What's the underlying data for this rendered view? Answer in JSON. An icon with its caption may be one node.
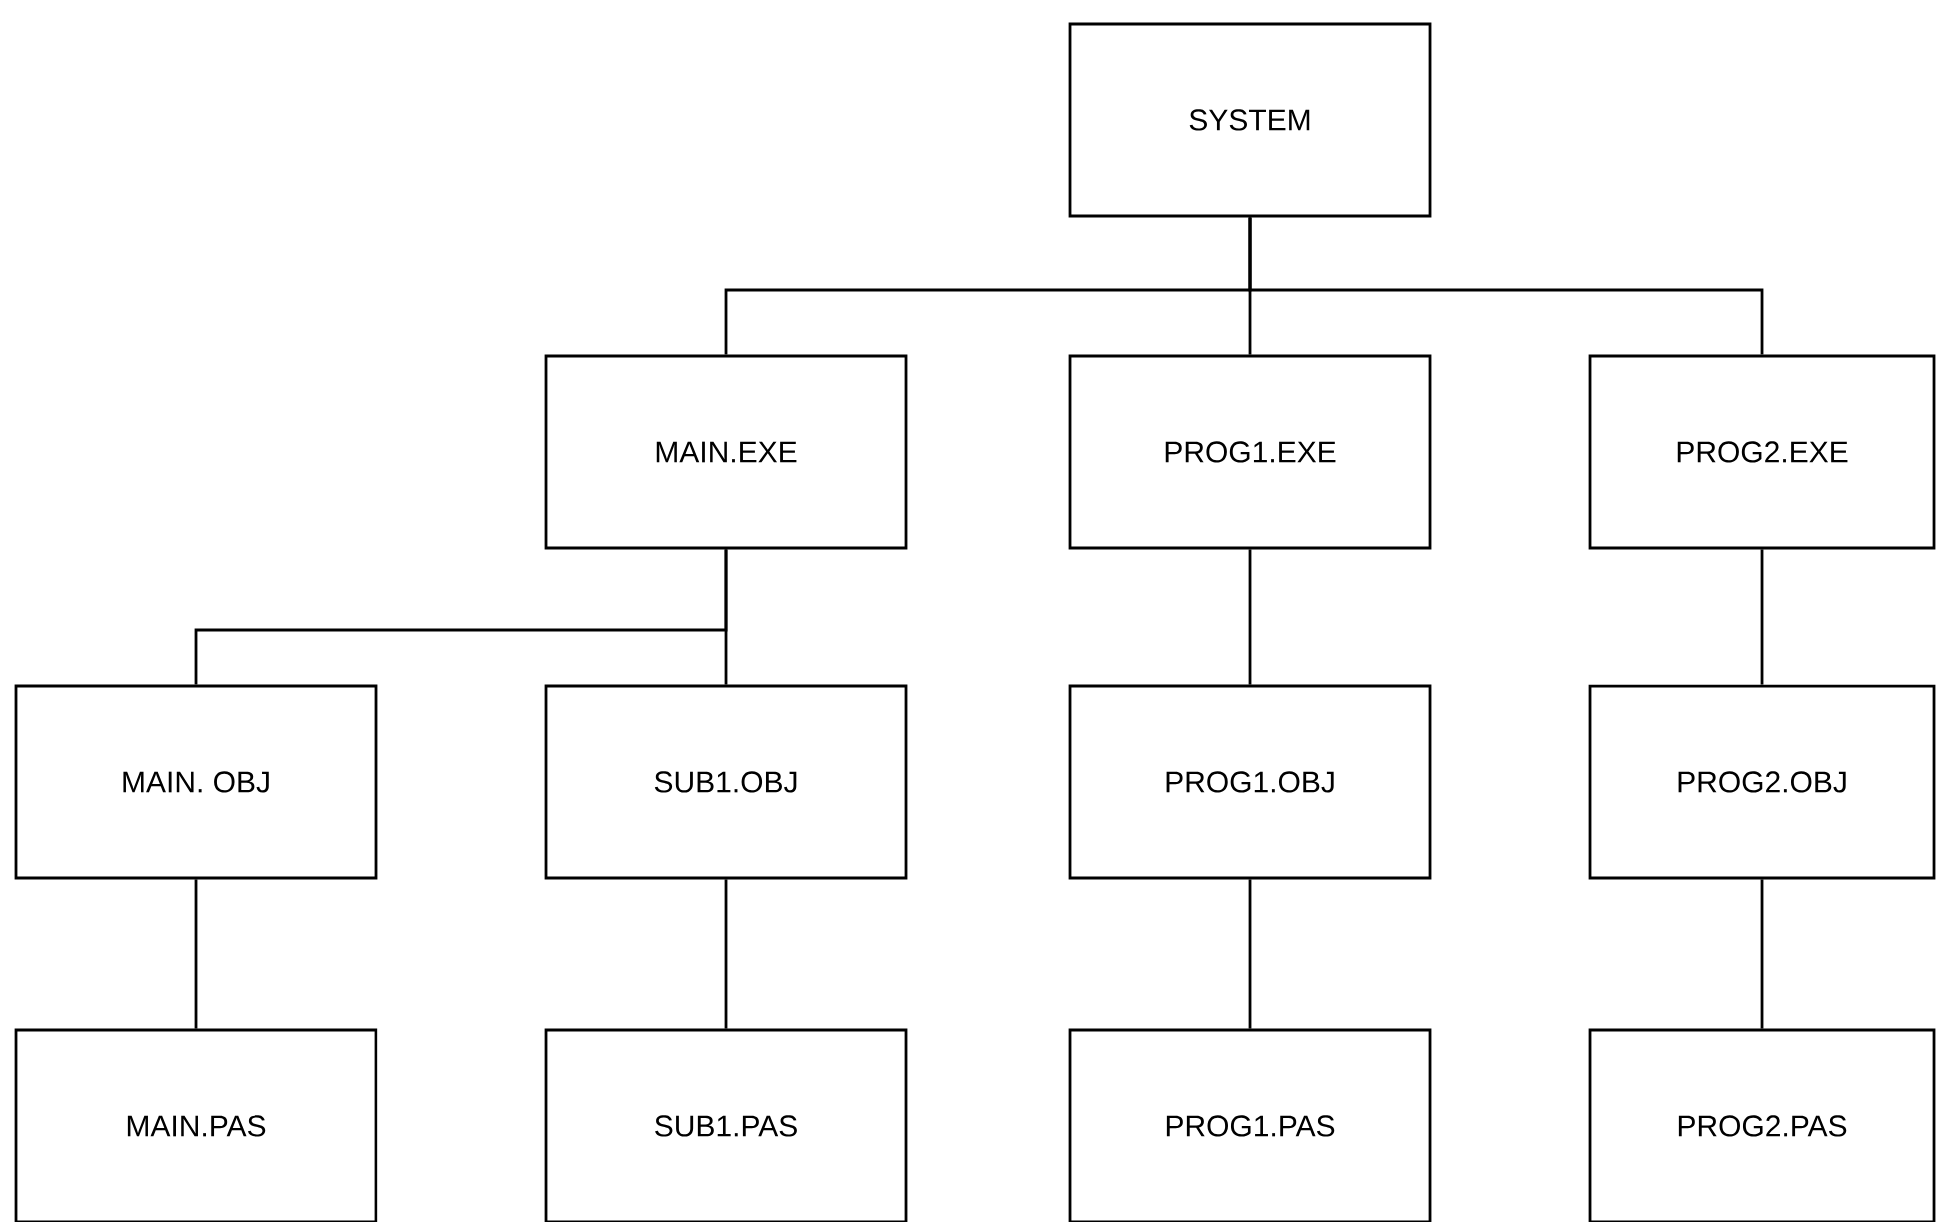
{
  "diagram": {
    "nodes": [
      {
        "text": [
          "SYSTEM"
        ]
      },
      {
        "text": [
          "MAIN.EXE"
        ]
      },
      {
        "text": [
          "PROG1.EXE"
        ]
      },
      {
        "text": [
          "PROG2.EXE"
        ]
      },
      {
        "text": [
          "MAIN. OBJ"
        ]
      },
      {
        "text": [
          "SUB1.OBJ"
        ]
      },
      {
        "text": [
          "PROG1.OBJ"
        ]
      },
      {
        "text": [
          "PROG2.OBJ"
        ]
      },
      {
        "text": [
          "MAIN.PAS"
        ]
      },
      {
        "text": [
          "SUB1.PAS"
        ]
      },
      {
        "text": [
          "PROG1.PAS"
        ]
      },
      {
        "text": [
          "PROG2.PAS"
        ]
      }
    ],
    "edges": [
      {
        "from": 0,
        "to": 1,
        "arrow": "none"
      },
      {
        "from": 0,
        "to": 2,
        "arrow": "none"
      },
      {
        "from": 0,
        "to": 3,
        "arrow": "none"
      },
      {
        "from": 1,
        "to": 4,
        "arrow": "none"
      },
      {
        "from": 1,
        "to": 5,
        "arrow": "none"
      },
      {
        "from": 2,
        "to": 6,
        "arrow": "none"
      },
      {
        "from": 3,
        "to": 7,
        "arrow": "none"
      },
      {
        "from": 4,
        "to": 8,
        "arrow": "none"
      },
      {
        "from": 5,
        "to": 9,
        "arrow": "none"
      },
      {
        "from": 6,
        "to": 10,
        "arrow": "none"
      },
      {
        "from": 7,
        "to": 11,
        "arrow": "none"
      }
    ]
  }
}
